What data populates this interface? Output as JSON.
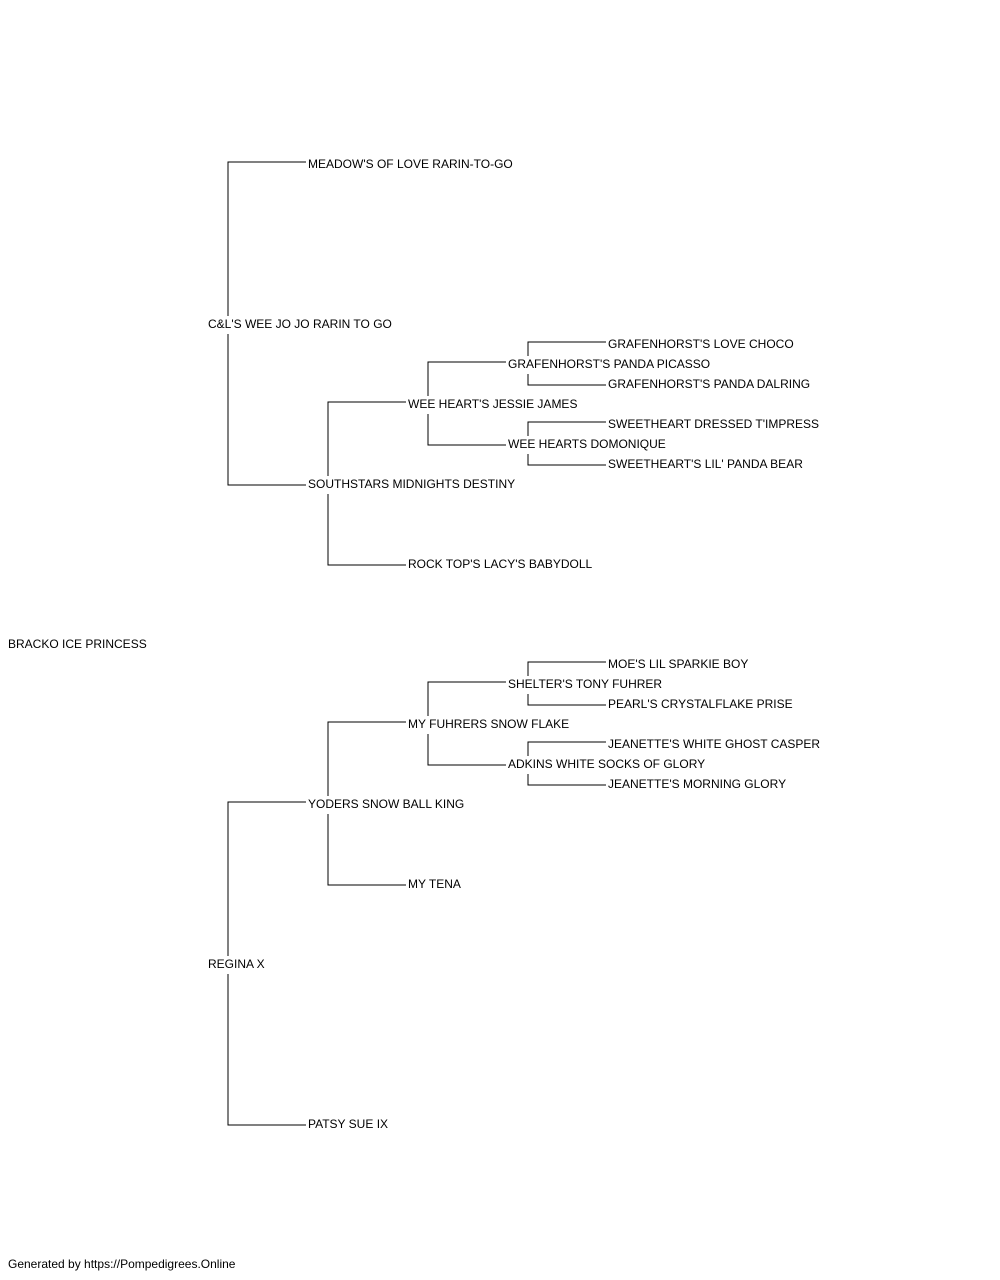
{
  "pedigree": {
    "subject": "BRACKO ICE PRINCESS",
    "sire": "C&L'S WEE JO JO RARIN TO GO",
    "sire_sire": "MEADOW'S OF LOVE RARIN-TO-GO",
    "sire_dam": "SOUTHSTARS MIDNIGHTS DESTINY",
    "sire_dam_sire": "WEE HEART'S JESSIE JAMES",
    "sire_dam_sire_sire": "GRAFENHORST'S PANDA PICASSO",
    "sire_dam_sire_sire_sire": "GRAFENHORST'S LOVE CHOCO",
    "sire_dam_sire_sire_dam": "GRAFENHORST'S PANDA DALRING",
    "sire_dam_sire_dam": "WEE HEARTS DOMONIQUE",
    "sire_dam_sire_dam_sire": "SWEETHEART DRESSED T'IMPRESS",
    "sire_dam_sire_dam_dam": "SWEETHEART'S LIL' PANDA BEAR",
    "sire_dam_dam": "ROCK TOP'S LACY'S BABYDOLL",
    "dam": "REGINA X",
    "dam_sire": "YODERS SNOW BALL KING",
    "dam_sire_sire": "MY FUHRERS SNOW FLAKE",
    "dam_sire_sire_sire": "SHELTER'S TONY FUHRER",
    "dam_sire_sire_sire_sire": "MOE'S LIL SPARKIE BOY",
    "dam_sire_sire_sire_dam": "PEARL'S CRYSTALFLAKE PRISE",
    "dam_sire_sire_dam": "ADKINS WHITE SOCKS OF GLORY",
    "dam_sire_sire_dam_sire": "JEANETTE'S WHITE GHOST CASPER",
    "dam_sire_sire_dam_dam": "JEANETTE'S MORNING GLORY",
    "dam_sire_dam": "MY TENA",
    "dam_dam": "PATSY SUE IX"
  },
  "footer": {
    "text": "Generated by https://Pompedigrees.Online"
  },
  "colors": {
    "line": "#000000",
    "text": "#000000",
    "background": "#ffffff"
  }
}
